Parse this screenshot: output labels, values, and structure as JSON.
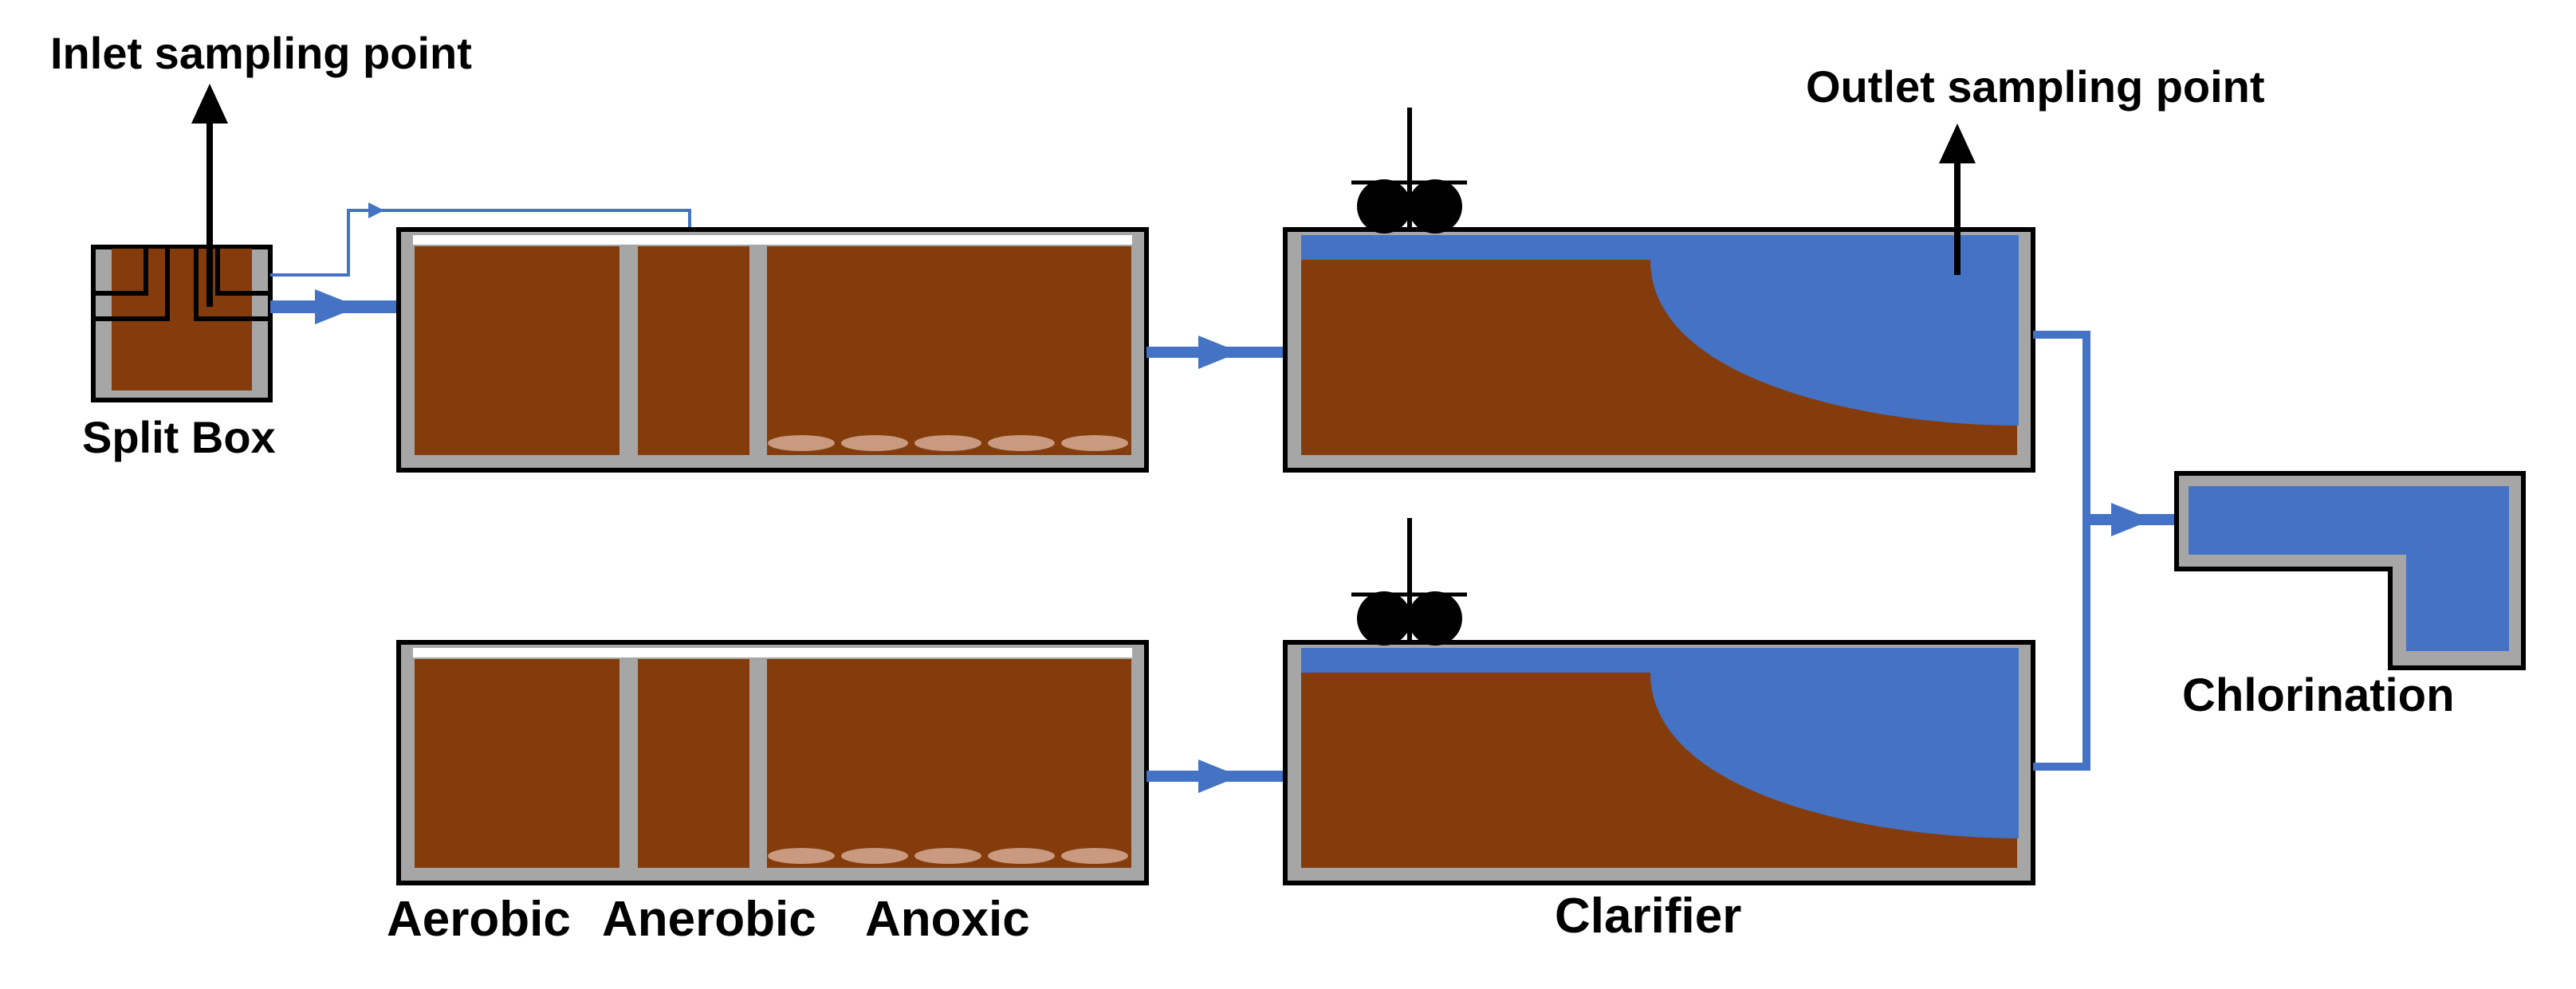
{
  "labels": {
    "inlet_sampling_point": "Inlet sampling point",
    "outlet_sampling_point": "Outlet sampling point",
    "split_box": "Split Box",
    "aerobic": "Aerobic",
    "anerobic": "Anerobic",
    "anoxic": "Anoxic",
    "clarifier": "Clarifier",
    "chlorination": "Chlorination"
  },
  "colors": {
    "sludge": "#843C0C",
    "water": "#4472C4",
    "wall": "#A6A6A6",
    "outline": "#000000",
    "bubble": "#C99A80"
  }
}
